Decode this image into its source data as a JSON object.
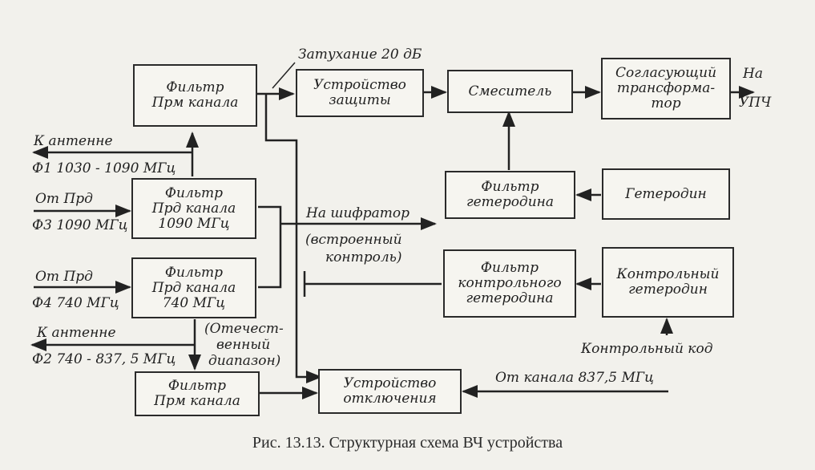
{
  "blocks": {
    "rx_filter_top": [
      "Фильтр",
      "Прм канала"
    ],
    "protection": [
      "Устройство",
      "защиты"
    ],
    "mixer": [
      "Смеситель"
    ],
    "transformer": [
      "Согласующий",
      "трансформа-",
      "тор"
    ],
    "lo_filter": [
      "Фильтр",
      "гетеродина"
    ],
    "lo": [
      "Гетеродин"
    ],
    "tx_filter_1090": [
      "Фильтр",
      "Прд канала",
      "1090 МГц"
    ],
    "tx_filter_740": [
      "Фильтр",
      "Прд канала",
      "740 МГц"
    ],
    "ctrl_lo_filter": [
      "Фильтр",
      "контрольного",
      "гетеродина"
    ],
    "ctrl_lo": [
      "Контрольный",
      "гетеродин"
    ],
    "rx_filter_bottom": [
      "Фильтр",
      "Прм канала"
    ],
    "disconnect": [
      "Устройство",
      "отключения"
    ]
  },
  "labels": {
    "attenuation": "Затухание 20 дБ",
    "to_if_1": "На",
    "to_if_2": "УПЧ",
    "to_antenna_1": "К антенне",
    "phi1": "Ф1 1030 - 1090 МГц",
    "from_tx_1": "От Прд",
    "phi3": "Ф3 1090 МГц",
    "to_encoder": "На шифратор",
    "builtin_1": "(встроенный",
    "builtin_2": "контроль)",
    "from_tx_2": "От Прд",
    "phi4": "Ф4 740 МГц",
    "to_antenna_2": "К антенне",
    "phi2": "Ф2 740 - 837, 5 МГц",
    "domestic_1": "(Отечест-",
    "domestic_2": "венный",
    "domestic_3": "диапазон)",
    "control_code": "Контрольный код",
    "from_channel": "От канала 837,5 МГц"
  },
  "caption": "Рис. 13.13. Структурная схема ВЧ устройства"
}
